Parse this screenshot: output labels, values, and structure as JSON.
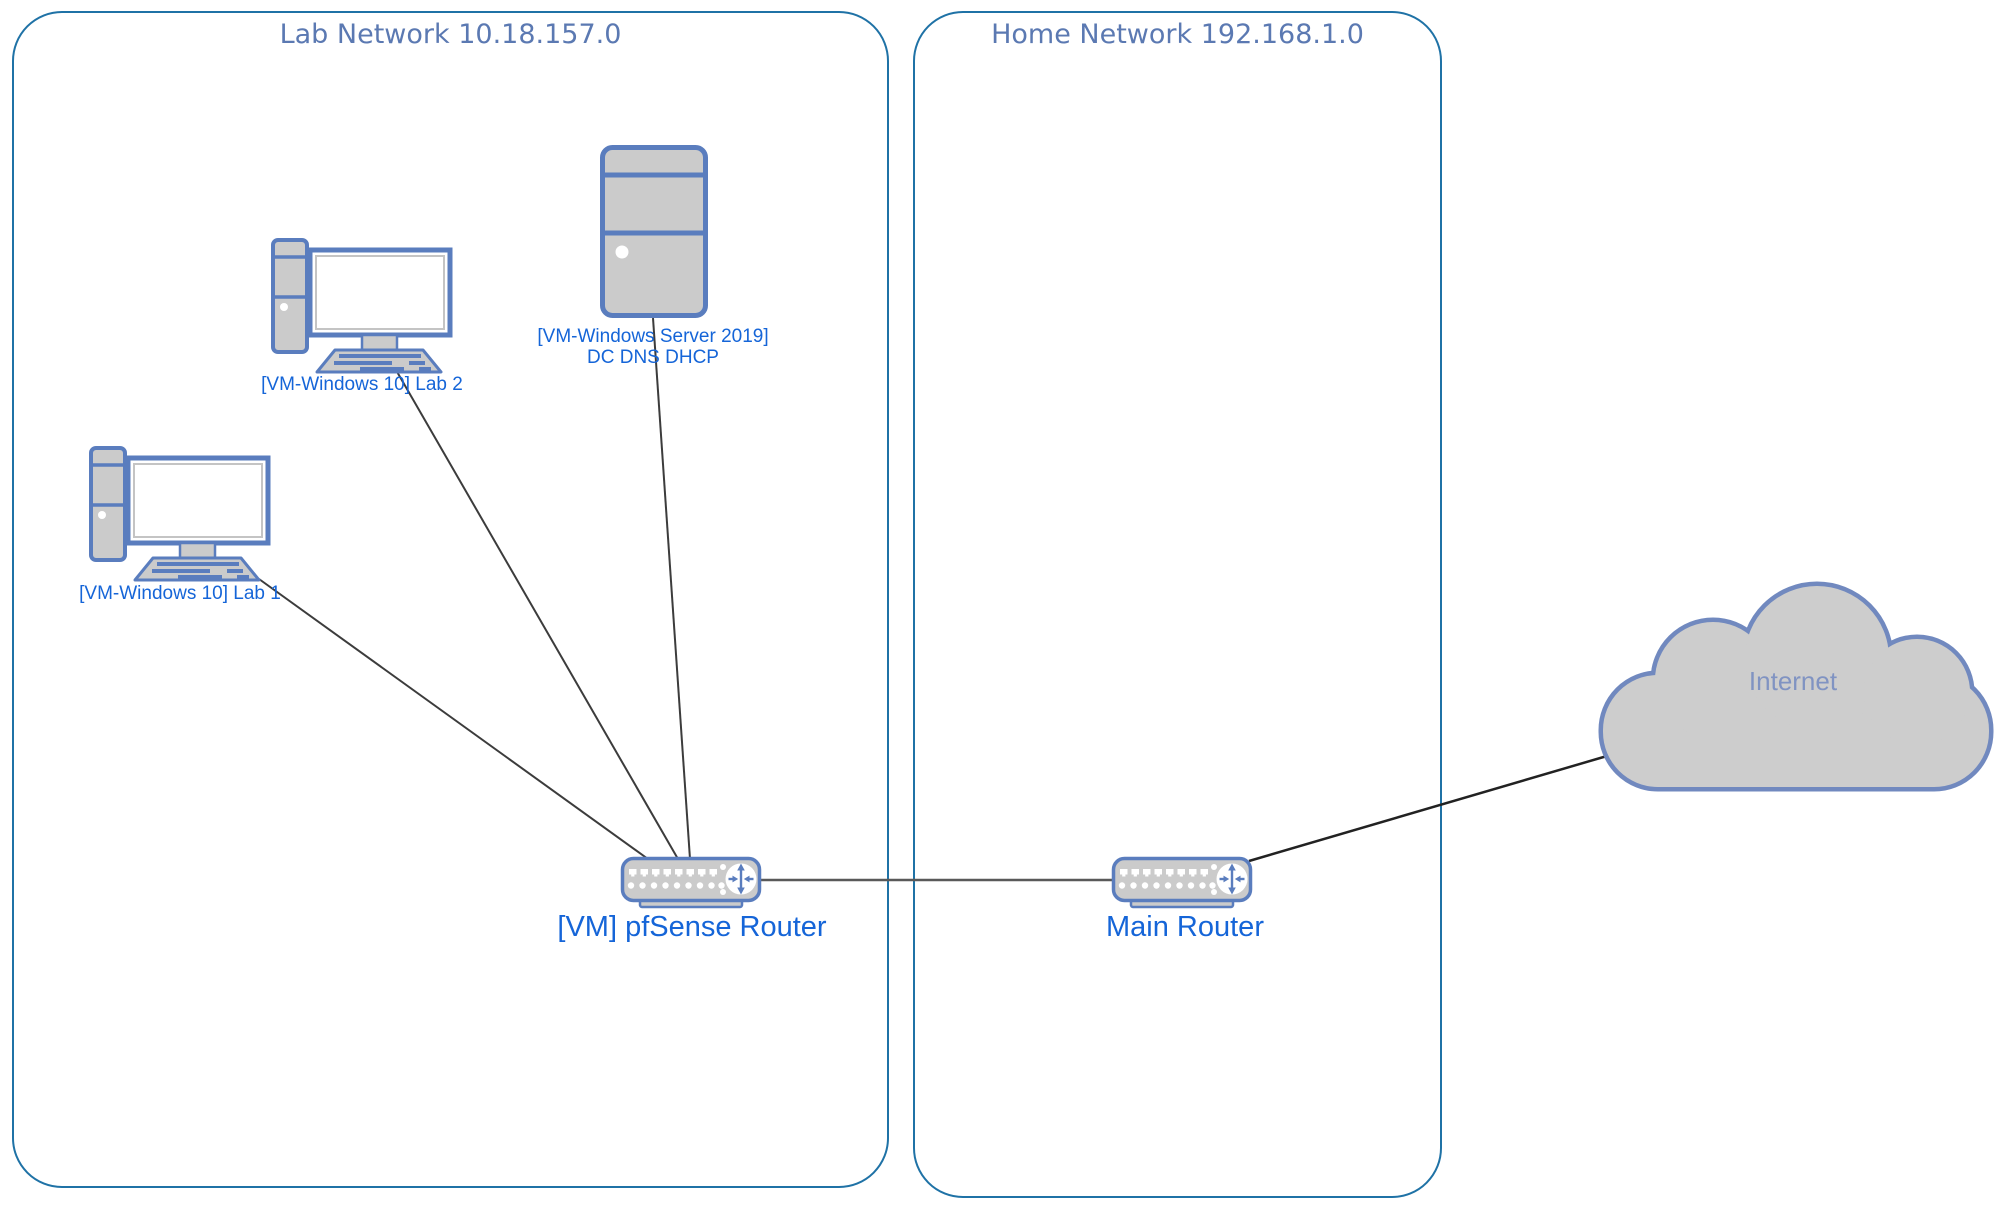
{
  "diagram_type": "network-topology",
  "containers": [
    {
      "id": "lab-network",
      "title": "Lab Network 10.18.157.0"
    },
    {
      "id": "home-network",
      "title": "Home Network 192.168.1.0"
    }
  ],
  "nodes": {
    "lab2": {
      "type": "workstation",
      "label": "[VM-Windows 10] Lab 2",
      "container": "lab-network"
    },
    "lab1": {
      "type": "workstation",
      "label": "[VM-Windows 10] Lab 1",
      "container": "lab-network"
    },
    "server": {
      "type": "server",
      "label_line1": "[VM-Windows Server 2019]",
      "label_line2": "DC DNS DHCP",
      "container": "lab-network"
    },
    "pfsense": {
      "type": "router",
      "label": "[VM] pfSense Router",
      "container": "lab-network"
    },
    "main_router": {
      "type": "router",
      "label": "Main Router",
      "container": "home-network"
    },
    "internet": {
      "type": "cloud",
      "label": "Internet",
      "container": null
    }
  },
  "edges": [
    {
      "from": "lab1",
      "to": "pfsense"
    },
    {
      "from": "lab2",
      "to": "pfsense"
    },
    {
      "from": "server",
      "to": "pfsense"
    },
    {
      "from": "pfsense",
      "to": "main_router"
    },
    {
      "from": "main_router",
      "to": "internet"
    }
  ],
  "colors": {
    "container_border": "#1f72a6",
    "container_title": "#5b79b2",
    "node_label": "#1565d8",
    "icon_stroke": "#5a7dbe",
    "icon_fill": "#cbcbcb",
    "cloud_stroke": "#7189bf",
    "cloud_fill": "#cdcdcd",
    "cloud_label": "#8093c2",
    "edge_line": "#3c3c3c"
  }
}
